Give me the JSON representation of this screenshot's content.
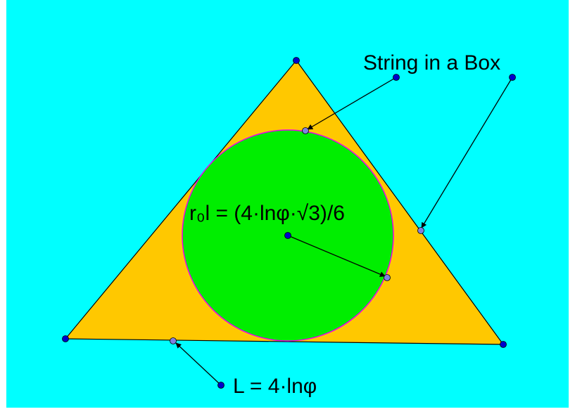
{
  "diagram": {
    "title": "String in a Box",
    "radius_label": "r₀l = (4·lnφ·√3)/6",
    "length_label": "L = 4·lnφ",
    "colors": {
      "background": "#00ffff",
      "triangle_fill": "#ffc800",
      "circle_fill": "#00ee00",
      "circle_stroke": "#ee00ee",
      "point_dark": "#0000cc",
      "point_light": "#8080e0"
    }
  }
}
